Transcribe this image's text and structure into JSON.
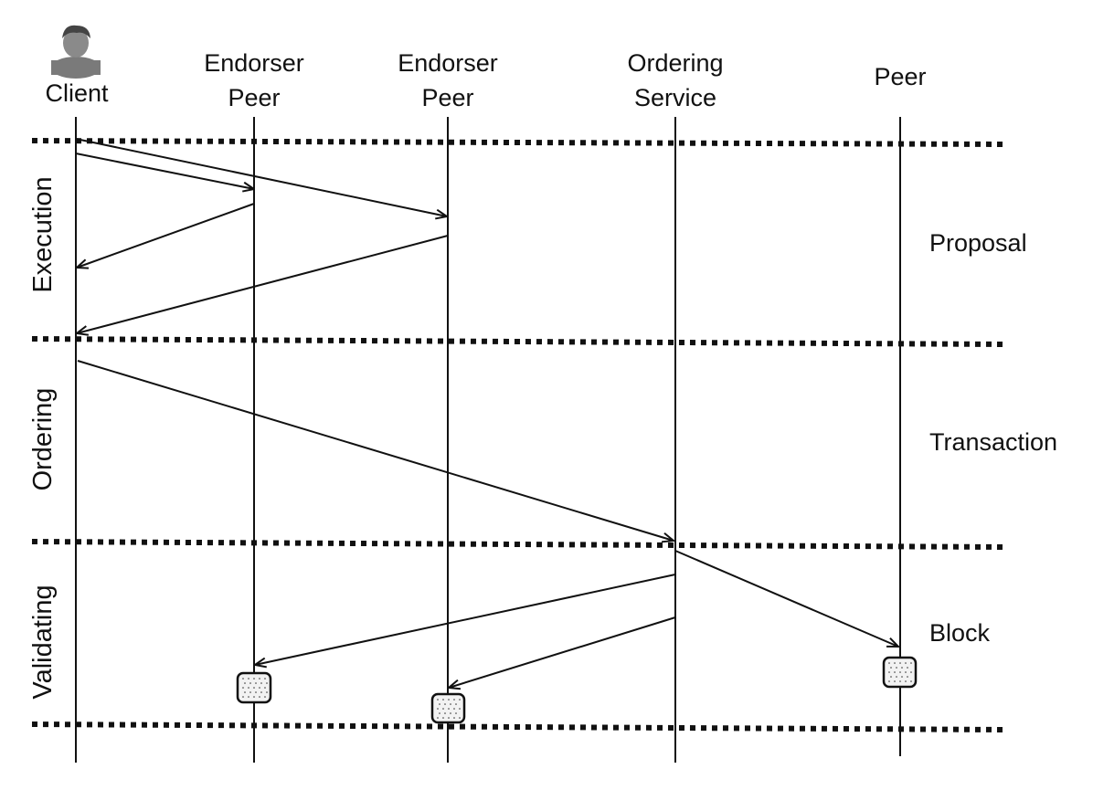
{
  "participants": [
    {
      "id": "client",
      "line1": "Client",
      "line2": "",
      "icon": "user-avatar-icon"
    },
    {
      "id": "endorser1",
      "line1": "Endorser",
      "line2": "Peer",
      "icon": ""
    },
    {
      "id": "endorser2",
      "line1": "Endorser",
      "line2": "Peer",
      "icon": ""
    },
    {
      "id": "orderer",
      "line1": "Ordering",
      "line2": "Service",
      "icon": ""
    },
    {
      "id": "peer",
      "line1": "Peer",
      "line2": "",
      "icon": ""
    }
  ],
  "phases": [
    "Execution",
    "Ordering",
    "Validating"
  ],
  "stages": [
    "Proposal",
    "Transaction",
    "Block"
  ],
  "messages": [
    {
      "from": "client",
      "to": "endorser1",
      "phase": "Execution"
    },
    {
      "from": "client",
      "to": "endorser2",
      "phase": "Execution"
    },
    {
      "from": "endorser1",
      "to": "client",
      "phase": "Execution"
    },
    {
      "from": "endorser2",
      "to": "client",
      "phase": "Execution"
    },
    {
      "from": "client",
      "to": "orderer",
      "phase": "Ordering"
    },
    {
      "from": "orderer",
      "to": "peer",
      "phase": "Validating"
    },
    {
      "from": "orderer",
      "to": "endorser1",
      "phase": "Validating"
    },
    {
      "from": "orderer",
      "to": "endorser2",
      "phase": "Validating"
    }
  ],
  "ledger_blocks": [
    "endorser1",
    "endorser2",
    "peer"
  ],
  "icons": {
    "client": "user-avatar-icon",
    "block": "ledger-block-icon"
  },
  "colors": {
    "line": "#111111",
    "block_fill": "#f2f2f2",
    "background": "#ffffff"
  }
}
